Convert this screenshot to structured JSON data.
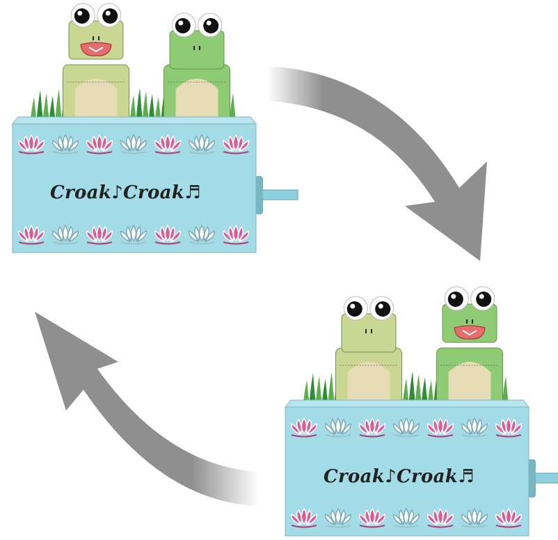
{
  "scenes": [
    {
      "label": "Croak♪Croak♬",
      "open_mouth": "left"
    },
    {
      "label": "Croak♪Croak♬",
      "open_mouth": "right"
    }
  ],
  "colors": {
    "box": "#a3dbe6",
    "box_top": "#b9e6ee",
    "frog_light": "#c9d793",
    "frog_green": "#8fcb74",
    "belly": "#e6dcb5",
    "mouth": "#e56d6d",
    "grass": "#2f8c37",
    "lotus_pink": "#d95c95",
    "arrow": "#8f8f8f"
  }
}
